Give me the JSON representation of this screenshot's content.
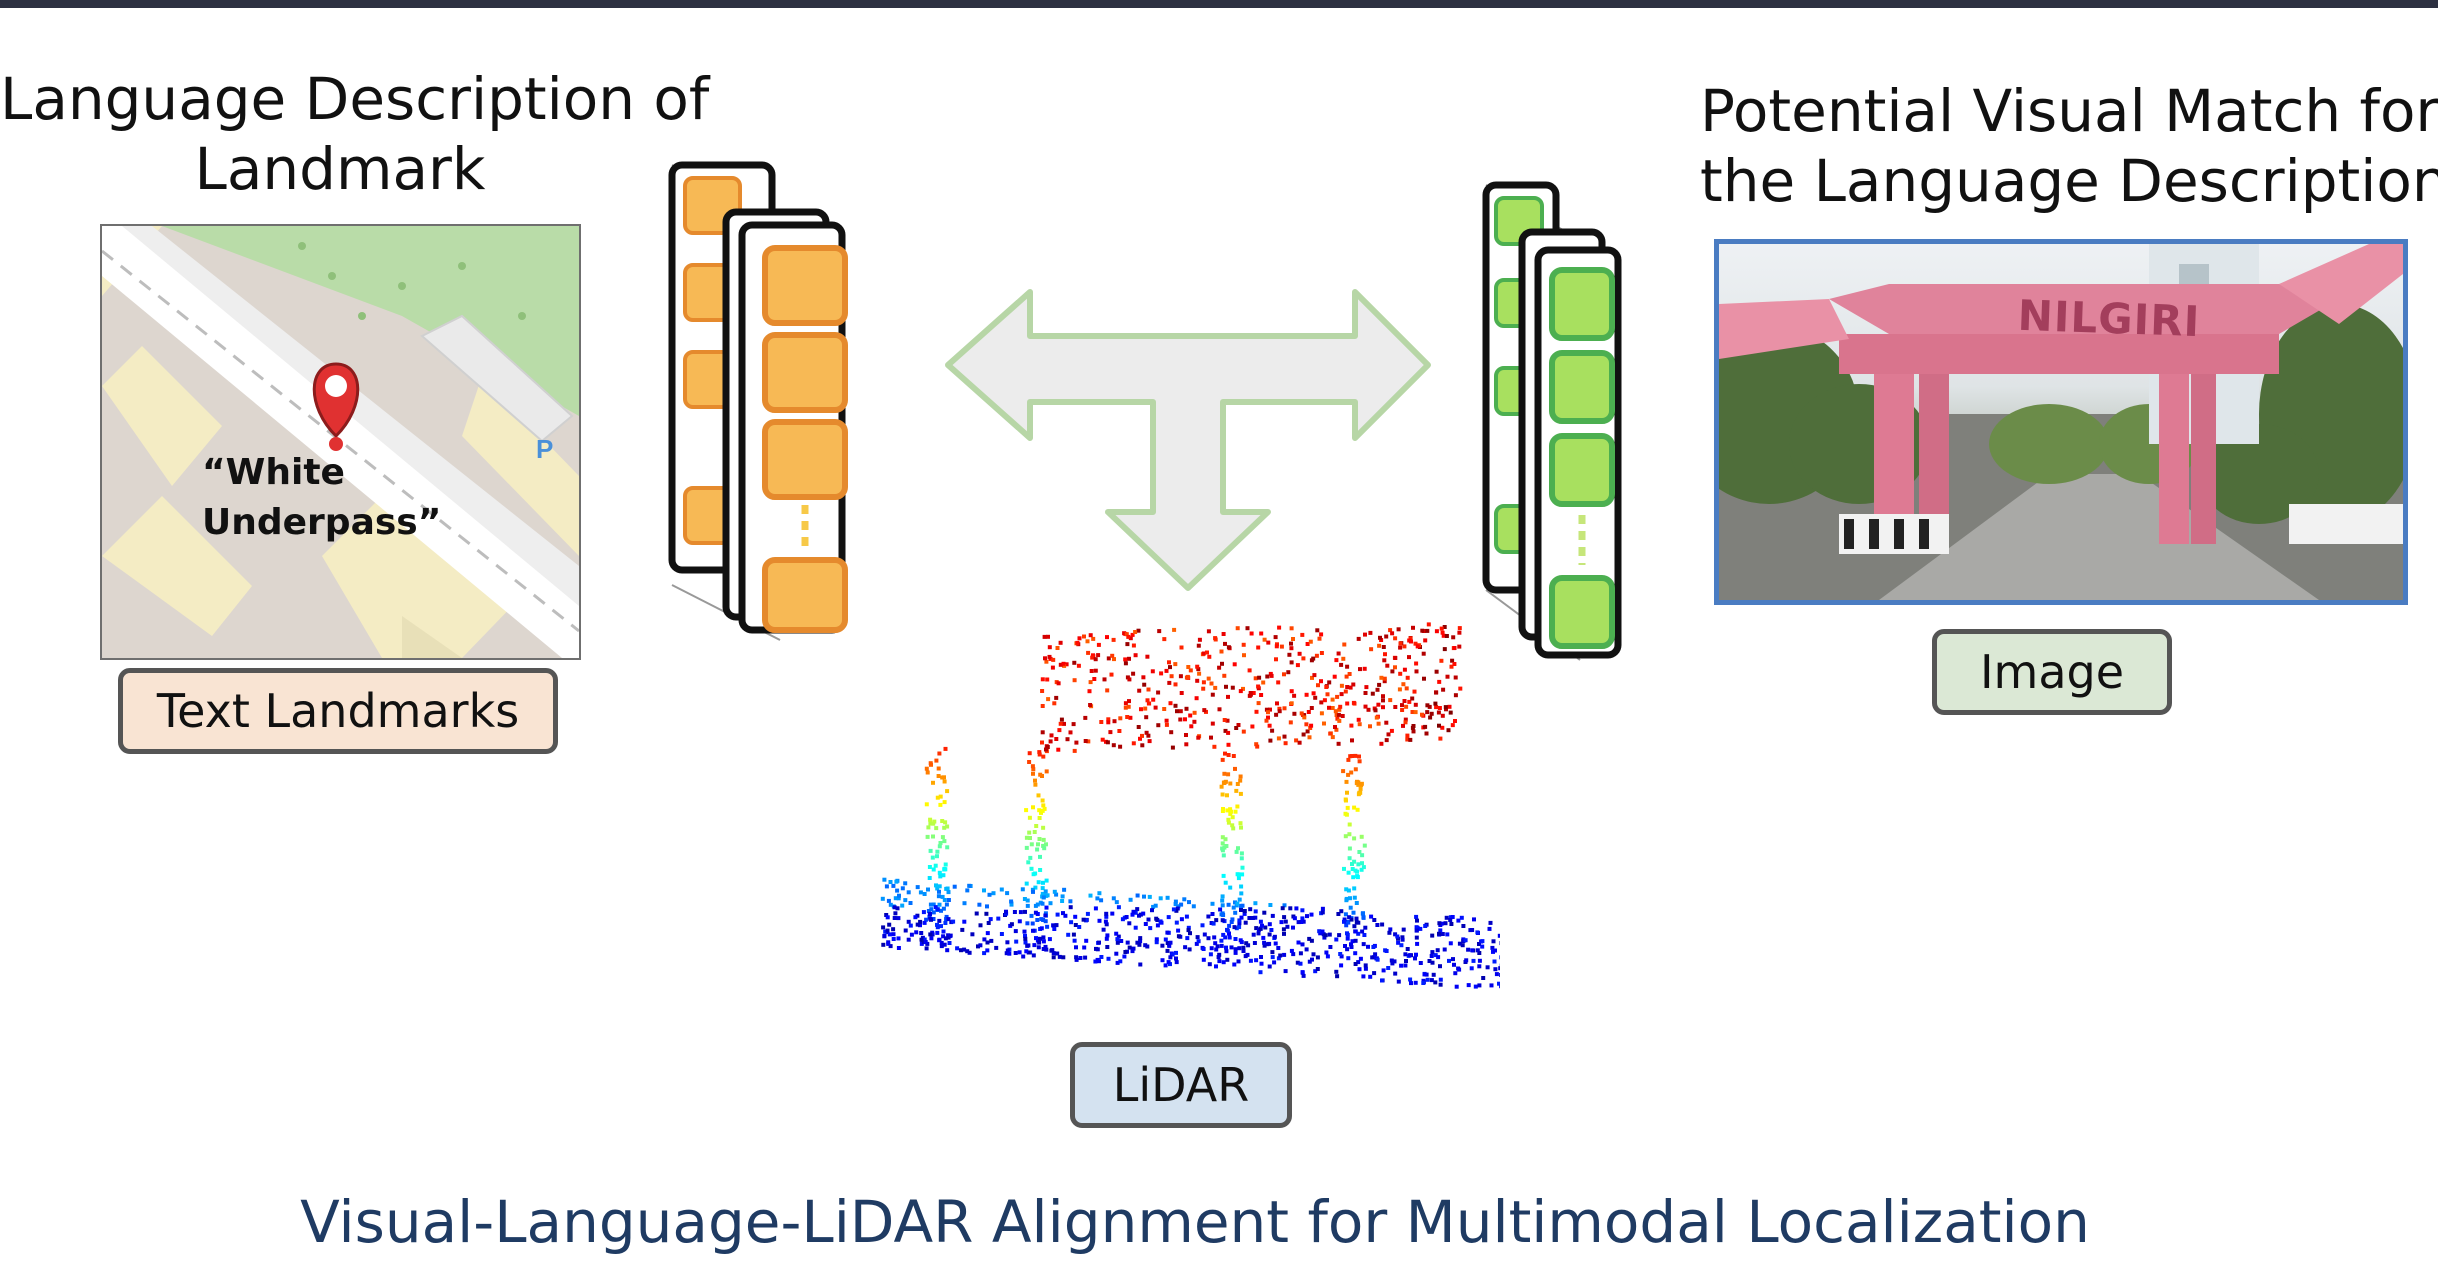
{
  "left_heading": {
    "line1": "Language Description of",
    "line2": "Landmark"
  },
  "right_heading": {
    "line1": "Potential Visual Match for",
    "line2": "the Language Description"
  },
  "map": {
    "quote_line1": "“White",
    "quote_line2": "Underpass”",
    "parking_glyph": "P",
    "pin_icon": "map-pin-icon",
    "pin_color": "#e03131"
  },
  "labels": {
    "text_landmarks": "Text Landmarks",
    "image": "Image",
    "lidar": "LiDAR"
  },
  "photo": {
    "sign_text": "NILGIRI"
  },
  "encoders": {
    "text_encoder_color": "#f5b041",
    "text_encoder_border": "#e67e22",
    "image_encoder_color": "#a8e05f",
    "image_encoder_border": "#4caf50"
  },
  "arrow": {
    "icon": "three-way-arrow-icon",
    "fill": "#ececec",
    "stroke": "#b7d6a6"
  },
  "footer_title": "Visual-Language-LiDAR Alignment for Multimodal Localization"
}
